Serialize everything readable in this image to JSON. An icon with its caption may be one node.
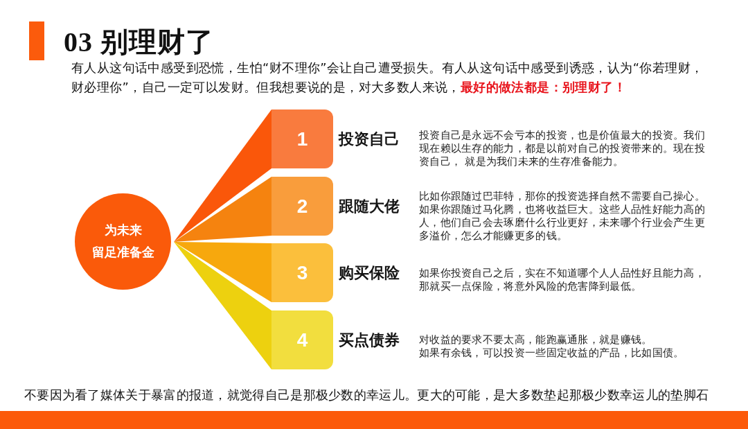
{
  "diagram": {
    "title": "03 别理财了",
    "nodes": [
      {
        "text": [
          "为未来留足准备金"
        ]
      },
      {
        "text": [
          "1",
          "投资自己",
          "投资自己是永远不会亏本的投资，也是价值最大的投资。我们现在赖以生存的能力，都是以前对自己的投资带来的。现在投资自己， 就是为我们未来的生存准备能力。"
        ]
      },
      {
        "text": [
          "2",
          "跟随大佬",
          "比如你跟随过巴菲特，那你的投资选择自然不需要自己操心。如果你跟随过马化腾，也将收益巨大。这些人品性好能力高的人，他们自己会去琢磨什么行业更好，未来哪个行业会产生更多溢价，怎么才能赚更多的钱。"
        ]
      },
      {
        "text": [
          "3",
          "购买保险",
          "如果你投资自己之后，实在不知道哪个人人品性好且能力高，那就买一点保险，将意外风险的危害降到最低。"
        ]
      },
      {
        "text": [
          "4",
          "买点债券",
          "对收益的要求不要太高，能跑赢通胀，就是赚钱。",
          "如果有余钱，可以投资一些固定收益的产品，比如国债。"
        ]
      }
    ],
    "labels": [
      "有人从这句话中感受到恐慌，生怕“财不理你”会让自己遭受损失。有人从这句话中感受到诱惑，认为“你若理财，财必理你”，自己一定可以发财。但我想要说的是，对大多数人来说，**最好的做法都是：别理财了！**",
      "不要因为看了媒体关于暴富的报道，就觉得自己是那极少数的幸运儿。更大的可能，是大多数垫起那极少数幸运儿的垫脚石"
    ]
  }
}
